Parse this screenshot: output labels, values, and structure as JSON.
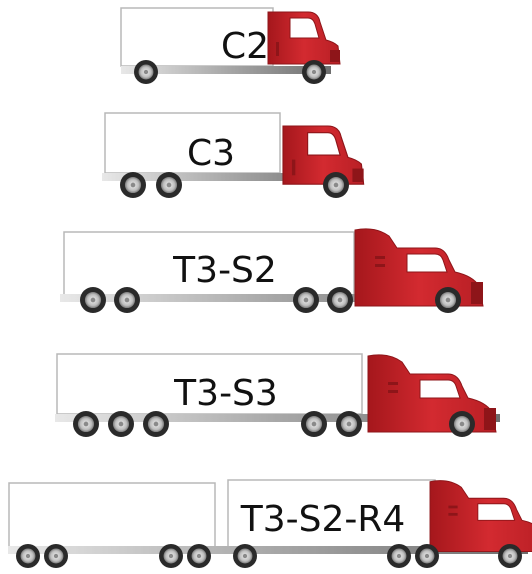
{
  "colors": {
    "cab_red": "#c8262c",
    "cab_dark": "#8e1519",
    "trailer_white": "#ffffff",
    "trailer_outline": "#b8b8b8",
    "frame_gray": "#9a9a9a",
    "tire": "#2a2a2a",
    "hub": "#d6d6d6"
  },
  "vehicles": [
    {
      "code": "C2"
    },
    {
      "code": "C3"
    },
    {
      "code": "T3-S2"
    },
    {
      "code": "T3-S3"
    },
    {
      "code": "T3-S2-R4"
    }
  ]
}
